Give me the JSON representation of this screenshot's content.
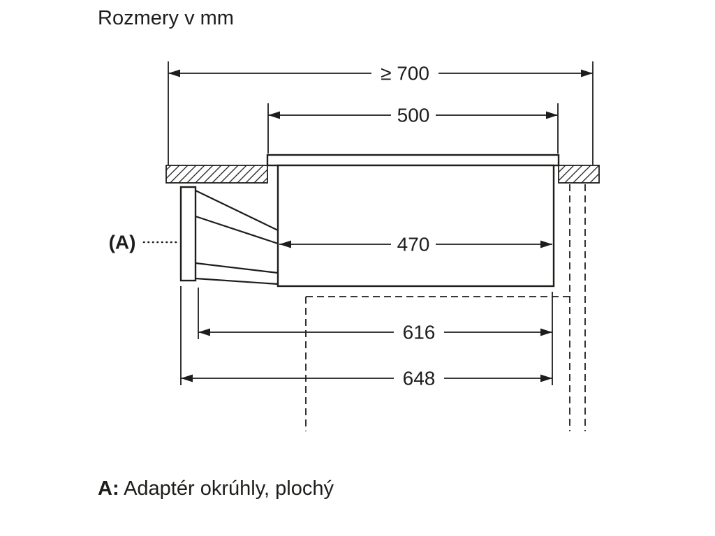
{
  "title": "Rozmery v mm",
  "label_a": "(A)",
  "dimensions": {
    "overall_width": "≥ 700",
    "top_width": "500",
    "inner_width": "470",
    "depth_mid": "616",
    "depth_bottom": "648"
  },
  "footnote": {
    "label": "A:",
    "text": "Adaptér okrúhly, plochý"
  },
  "colors": {
    "line": "#1d1d1b",
    "background": "#ffffff"
  }
}
